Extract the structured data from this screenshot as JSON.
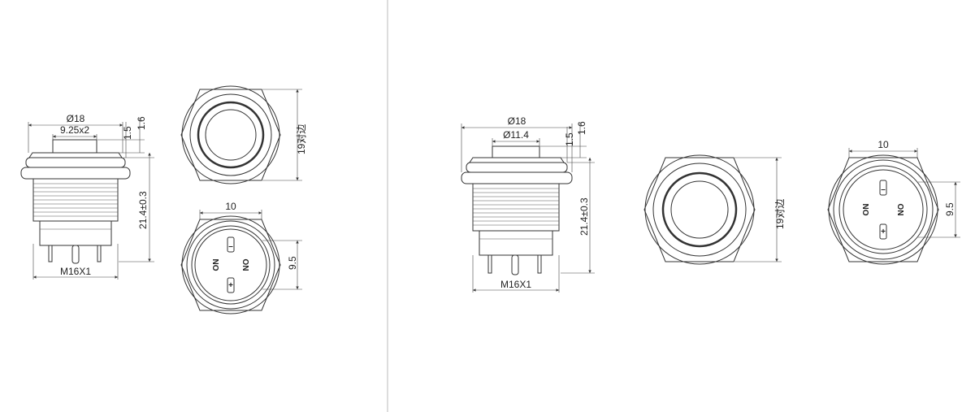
{
  "left_panel": {
    "side_dims": {
      "outer_diameter": "Ø18",
      "inner_width": "9.25x2",
      "dim_a": "1.5",
      "dim_b": "1.6",
      "height": "21.4±0.3",
      "thread": "M16X1"
    },
    "top_view": {
      "across_flats": "19对边"
    },
    "bottom_view": {
      "width": "10",
      "pin_gap": "9.5",
      "pins": {
        "top": "–",
        "bottom": "+",
        "left": "NO",
        "right": "NO"
      }
    }
  },
  "right_panel": {
    "side_dims": {
      "outer_diameter": "Ø18",
      "inner_width": "Ø11.4",
      "dim_a": "1.5",
      "dim_b": "1.6",
      "height": "21.4±0.3",
      "thread": "M16X1"
    },
    "top_view": {
      "across_flats": "19对边"
    },
    "bottom_view": {
      "width": "10",
      "pin_gap": "9.5",
      "pins": {
        "top": "–",
        "bottom": "+",
        "left": "NO",
        "right": "NO"
      }
    }
  },
  "colors": {
    "line": "#333333",
    "panel_border": "#bbbbbb",
    "background": "#ffffff"
  }
}
